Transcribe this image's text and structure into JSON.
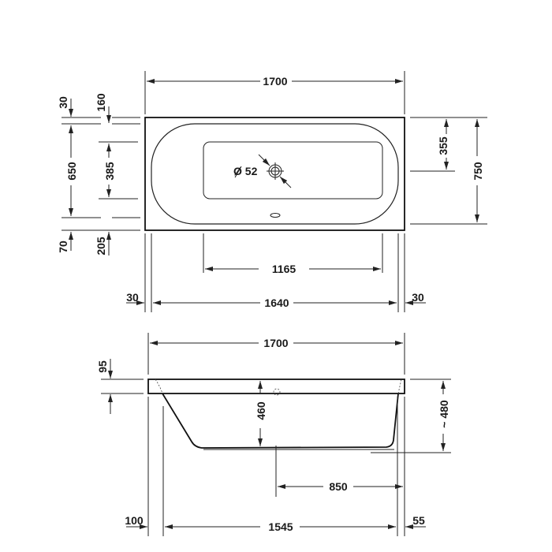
{
  "top_view": {
    "overall_length": "1700",
    "top_rim": "30",
    "head_offset": "160",
    "inner_width": "650",
    "drain_area_width": "385",
    "bottom_rim": "70",
    "foot_offset": "205",
    "drain_diameter": "Ø 52",
    "drain_to_edge": "355",
    "overall_width": "750",
    "drain_area_length": "1165",
    "left_rim": "30",
    "inner_length": "1640",
    "right_rim": "30"
  },
  "side_view": {
    "overall_length": "1700",
    "rim_height": "95",
    "inner_depth": "460",
    "overall_height": "~ 480",
    "drain_position": "850",
    "left_offset": "100",
    "base_length": "1545",
    "right_offset": "55"
  }
}
